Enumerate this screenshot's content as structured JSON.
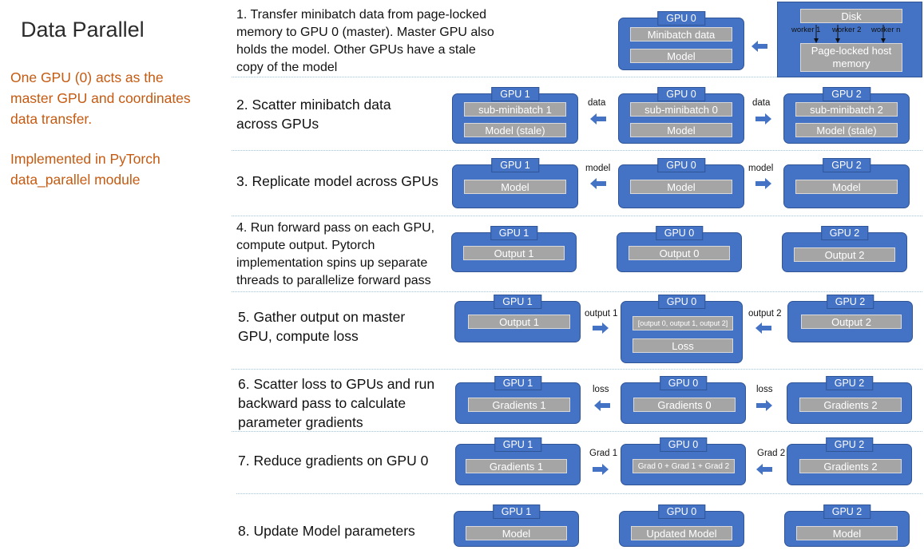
{
  "title": "Data Parallel",
  "sidebar": {
    "note1": [
      "One GPU (0) acts as the",
      "master GPU and coordinates",
      "data transfer."
    ],
    "note2": [
      "Implemented in PyTorch",
      "data_parallel module"
    ]
  },
  "steps": [
    "1. Transfer minibatch data from page-locked memory  to GPU 0 (master). Master GPU also holds the model. Other GPUs have a stale copy of the model",
    "2. Scatter minibatch data across GPUs",
    "3. Replicate model across GPUs",
    "4. Run forward pass on each GPU, compute output. Pytorch implementation spins up separate threads to parallelize forward pass",
    "5. Gather output on master GPU, compute loss",
    "6. Scatter loss to GPUs and run backward pass to calculate parameter gradients",
    "7. Reduce gradients on GPU 0",
    "8. Update Model parameters"
  ],
  "gpu_names": {
    "g0": "GPU 0",
    "g1": "GPU 1",
    "g2": "GPU 2"
  },
  "disk": {
    "label": "Disk",
    "memory": "Page-locked host memory",
    "workers": [
      "worker 1",
      "worker 2",
      "worker n"
    ]
  },
  "row1": {
    "b0_1": "Minibatch data",
    "b0_2": "Model"
  },
  "row2": {
    "b1_1": "sub-minibatch 1",
    "b1_2": "Model (stale)",
    "b0_1": "sub-minibatch 0",
    "b0_2": "Model",
    "b2_1": "sub-minibatch 2",
    "b2_2": "Model (stale)",
    "a_left": "data",
    "a_right": "data"
  },
  "row3": {
    "b1": "Model",
    "b0": "Model",
    "b2": "Model",
    "a_left": "model",
    "a_right": "model"
  },
  "row4": {
    "b1": "Output 1",
    "b0": "Output 0",
    "b2": "Output 2"
  },
  "row5": {
    "b1": "Output 1",
    "b0_1": "[output 0, output 1, output 2]",
    "b0_2": "Loss",
    "b2": "Output  2",
    "a_left": "output 1",
    "a_right": "output 2"
  },
  "row6": {
    "b1": "Gradients 1",
    "b0": "Gradients 0",
    "b2": "Gradients 2",
    "a_left": "loss",
    "a_right": "loss"
  },
  "row7": {
    "b1": "Gradients 1",
    "b0": "Grad 0 + Grad 1 + Grad 2",
    "b2": "Gradients 2",
    "a_left": "Grad 1",
    "a_right": "Grad 2"
  },
  "row8": {
    "b1": "Model",
    "b0": "Updated Model",
    "b2": "Model"
  },
  "colors": {
    "gpu_fill": "#4472c4",
    "inner_fill": "#a5a5a5",
    "note": "#c55a11",
    "separator": "#9dc3e6"
  }
}
